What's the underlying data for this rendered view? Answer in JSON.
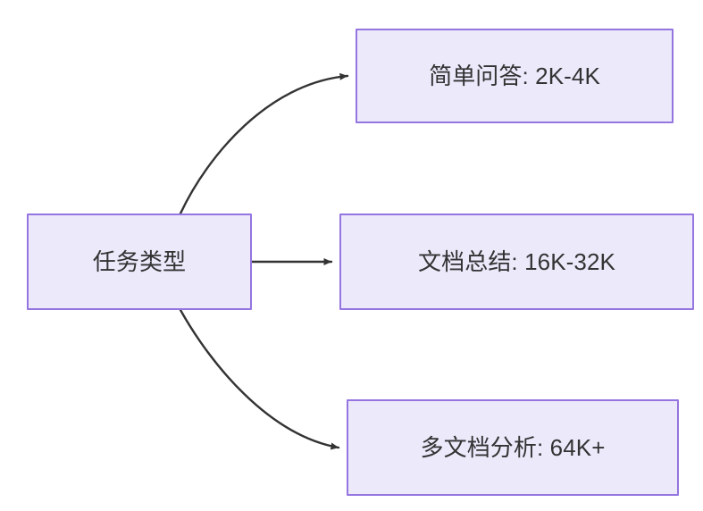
{
  "diagram": {
    "type": "flowchart",
    "direction": "left-to-right",
    "background_color": "#ffffff",
    "node_fill_color": "#ece9fb",
    "node_border_color": "#9575e0",
    "node_text_color": "#333333",
    "edge_color": "#333333",
    "root": {
      "id": "root",
      "label": "任务类型"
    },
    "branches": [
      {
        "id": "simple-qa",
        "label": "简单问答: 2K-4K",
        "task": "简单问答",
        "context_length": "2K-4K",
        "edge_style": "curved"
      },
      {
        "id": "doc-summary",
        "label": "文档总结: 16K-32K",
        "task": "文档总结",
        "context_length": "16K-32K",
        "edge_style": "straight"
      },
      {
        "id": "multi-doc",
        "label": "多文档分析: 64K+",
        "task": "多文档分析",
        "context_length": "64K+",
        "edge_style": "curved"
      }
    ]
  }
}
